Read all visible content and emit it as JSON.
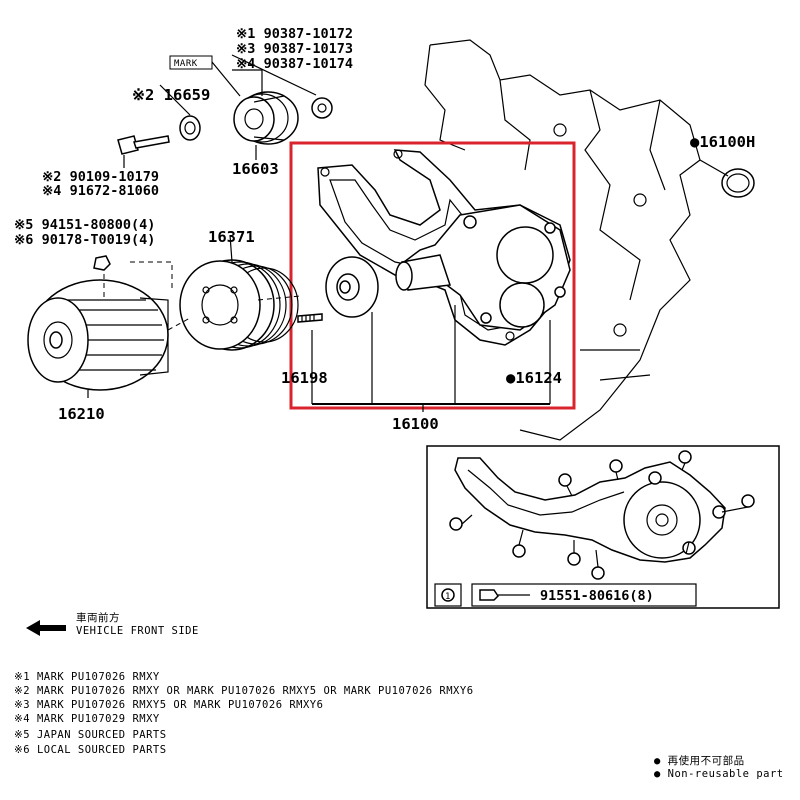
{
  "callouts": {
    "p1": "※1 90387-10172",
    "p3": "※3 90387-10173",
    "p4": "※4 90387-10174",
    "mark": "MARK",
    "p16659": "※2 16659",
    "p16603": "16603",
    "p90109": "※2 90109-10179",
    "p91672": "※4 91672-81060",
    "p94151": "※5 94151-80800(4)",
    "p90178": "※6 90178-T0019(4)",
    "p16371": "16371",
    "p16210": "16210",
    "p16198": "16198",
    "p16124": "●16124",
    "p16100": "16100",
    "p16100h": "●16100H"
  },
  "inset": {
    "circle_num": "1",
    "part": "91551-80616(8)"
  },
  "direction": {
    "jp": "車両前方",
    "en": "VEHICLE FRONT SIDE"
  },
  "notes": [
    "※1 MARK PU107026 RMXY",
    "※2 MARK PU107026 RMXY OR MARK PU107026 RMXY5 OR MARK PU107026 RMXY6",
    "※3 MARK PU107026 RMXY5 OR MARK PU107026 RMXY6",
    "※4 MARK PU107029 RMXY",
    "※5 JAPAN SOURCED PARTS",
    "※6 LOCAL SOURCED PARTS"
  ],
  "legend": {
    "jp": "● 再使用不可部品",
    "en": "● Non-reusable part"
  },
  "colors": {
    "highlight": "#d9232d",
    "ink": "#000000"
  }
}
